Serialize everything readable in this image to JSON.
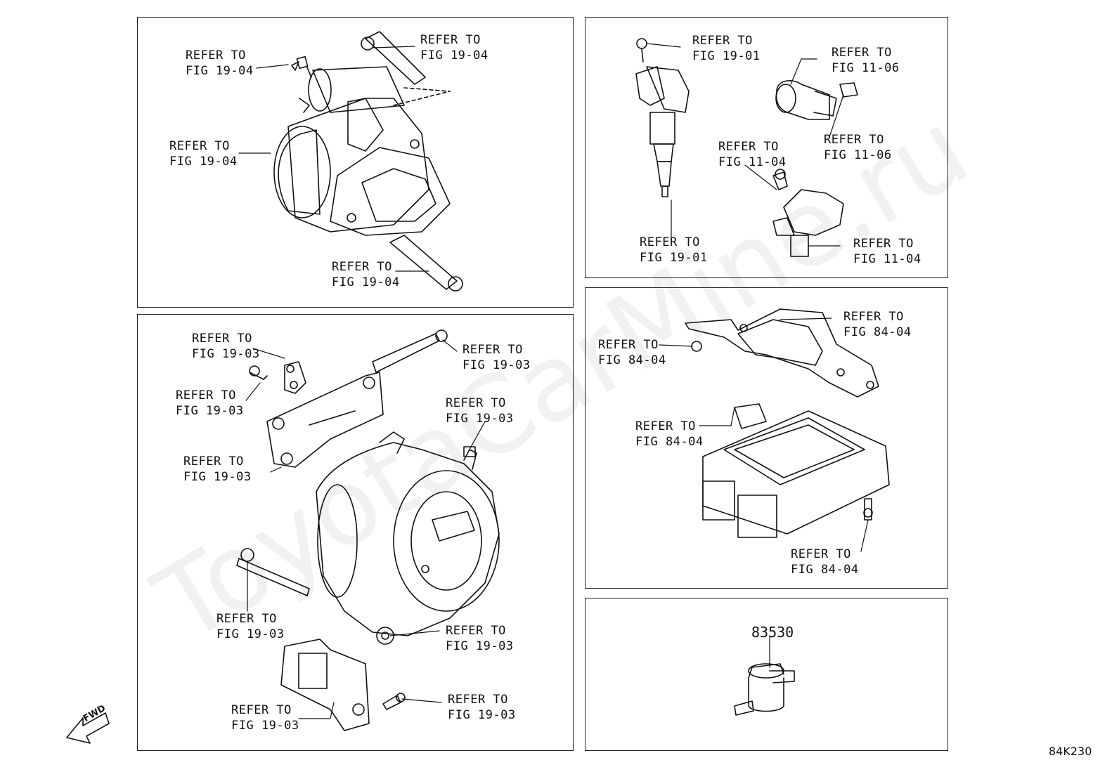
{
  "watermark": "ToyotaCarMine.ru",
  "diagram_code": "84K230",
  "fwd_label": "FWD",
  "part_number": "83530",
  "panels": {
    "starter": {
      "labels": [
        {
          "line1": "REFER TO",
          "line2": "FIG 19-04"
        },
        {
          "line1": "REFER TO",
          "line2": "FIG 19-04"
        },
        {
          "line1": "REFER TO",
          "line2": "FIG 19-04"
        },
        {
          "line1": "REFER TO",
          "line2": "FIG 19-04"
        }
      ]
    },
    "alternator": {
      "labels": [
        {
          "line1": "REFER TO",
          "line2": "FIG 19-03"
        },
        {
          "line1": "REFER TO",
          "line2": "FIG 19-03"
        },
        {
          "line1": "REFER TO",
          "line2": "FIG 19-03"
        },
        {
          "line1": "REFER TO",
          "line2": "FIG 19-03"
        },
        {
          "line1": "REFER TO",
          "line2": "FIG 19-03"
        },
        {
          "line1": "REFER TO",
          "line2": "FIG 19-03"
        },
        {
          "line1": "REFER TO",
          "line2": "FIG 19-03"
        },
        {
          "line1": "REFER TO",
          "line2": "FIG 19-03"
        },
        {
          "line1": "REFER TO",
          "line2": "FIG 19-03"
        }
      ]
    },
    "ignition": {
      "labels": [
        {
          "line1": "REFER TO",
          "line2": "FIG 19-01"
        },
        {
          "line1": "REFER TO",
          "line2": "FIG 11-06"
        },
        {
          "line1": "REFER TO",
          "line2": "FIG 11-06"
        },
        {
          "line1": "REFER TO",
          "line2": "FIG 11-04"
        },
        {
          "line1": "REFER TO",
          "line2": "FIG 19-01"
        },
        {
          "line1": "REFER TO",
          "line2": "FIG 11-04"
        }
      ]
    },
    "ecu": {
      "labels": [
        {
          "line1": "REFER TO",
          "line2": "FIG 84-04"
        },
        {
          "line1": "REFER TO",
          "line2": "FIG 84-04"
        },
        {
          "line1": "REFER TO",
          "line2": "FIG 84-04"
        },
        {
          "line1": "REFER TO",
          "line2": "FIG 84-04"
        }
      ]
    }
  }
}
